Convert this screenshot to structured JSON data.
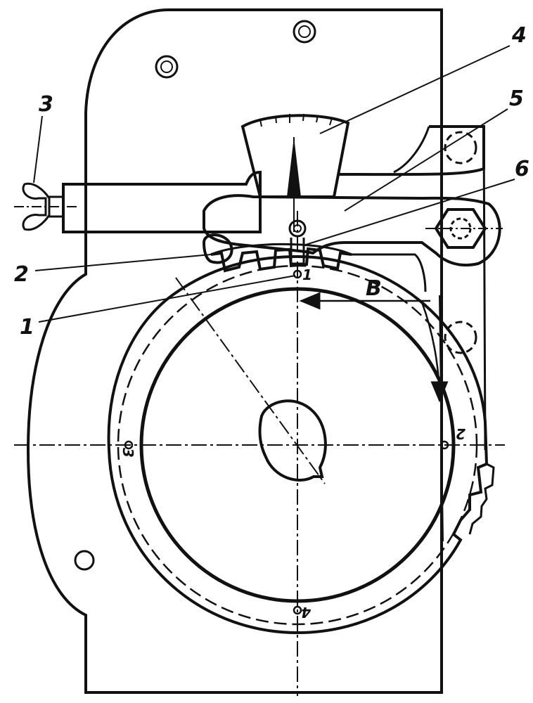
{
  "diagram": {
    "callouts": [
      "1",
      "2",
      "3",
      "4",
      "5",
      "6"
    ],
    "arrow_label": "B",
    "position_marks": [
      "1",
      "2",
      "3",
      "4"
    ]
  }
}
